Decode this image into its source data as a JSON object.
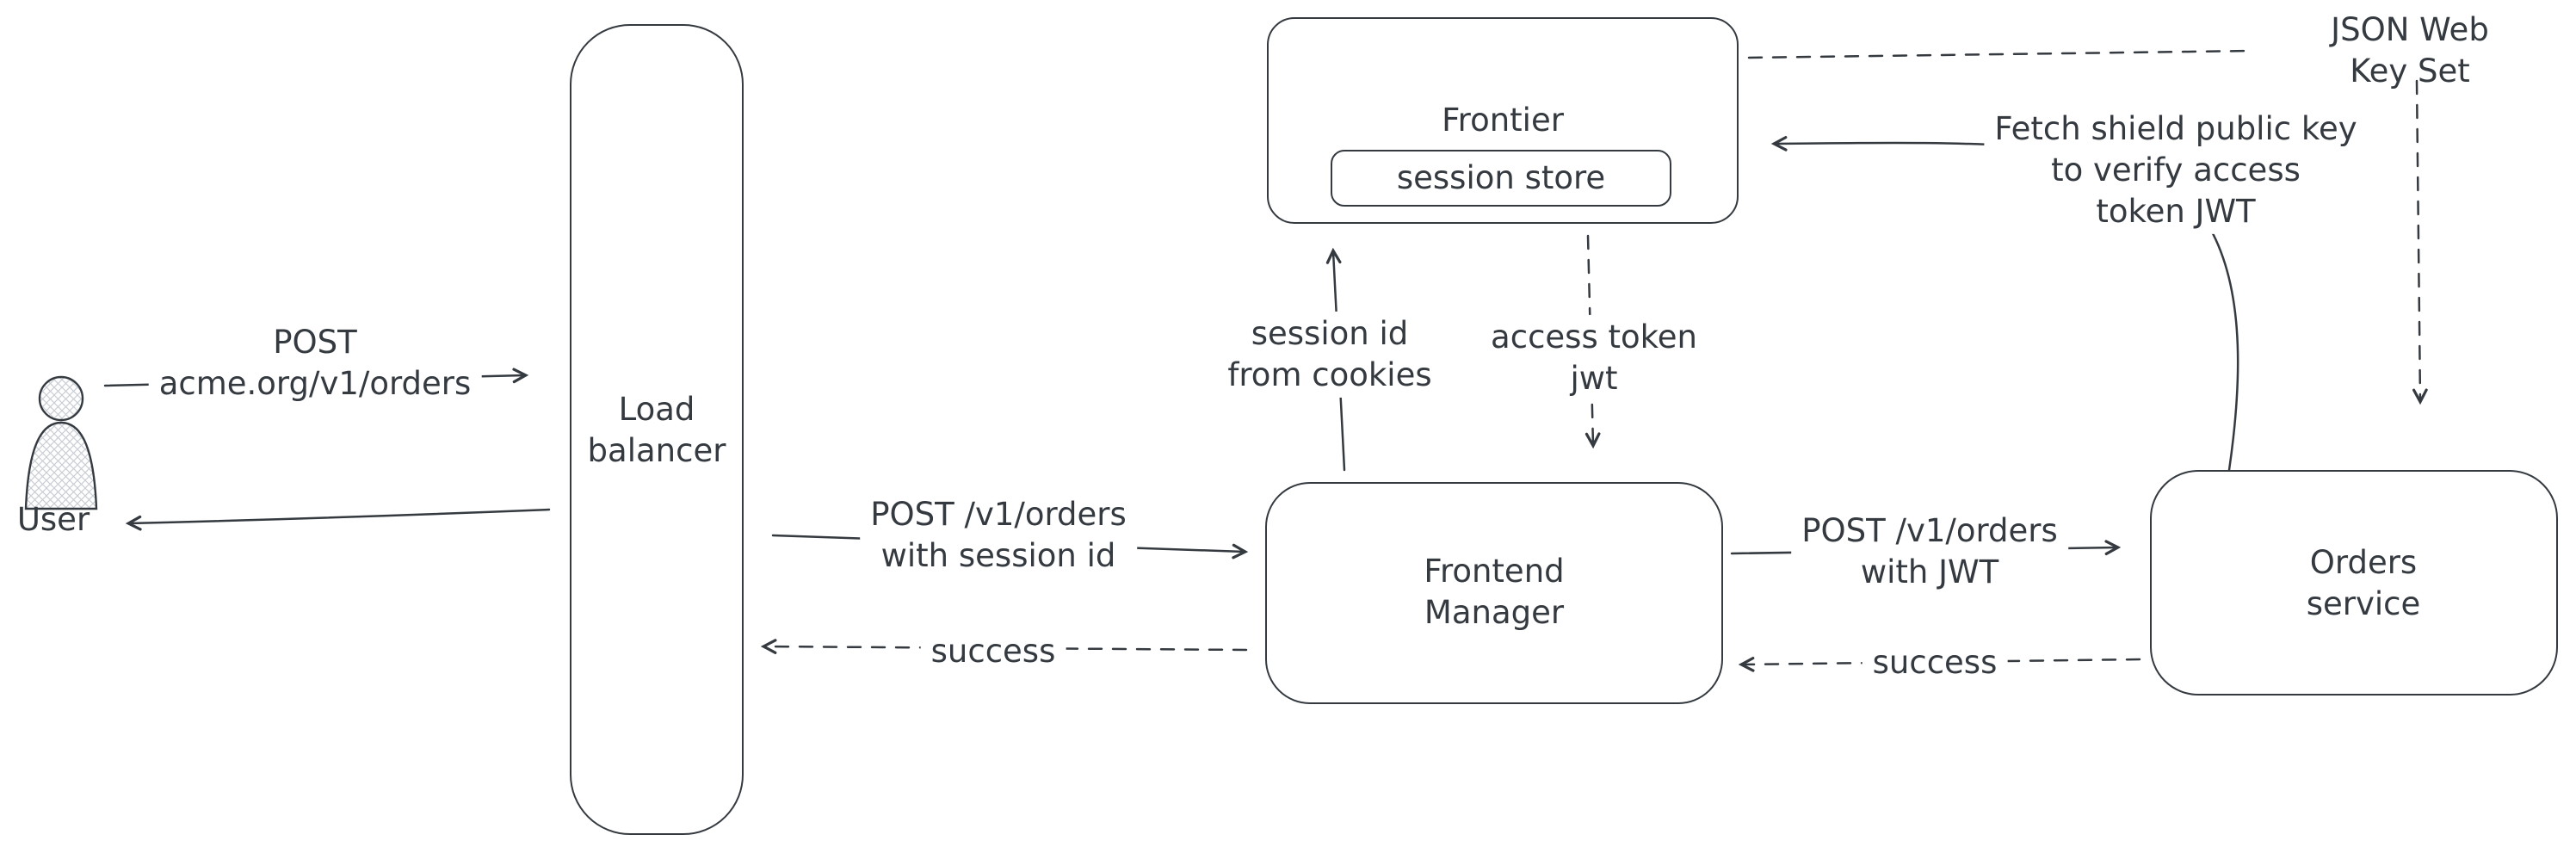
{
  "canvas": {
    "background": "#ffffff",
    "stroke_color": "#343a40",
    "hatch_color": "#c9ced4"
  },
  "nodes": {
    "user": {
      "label": "User"
    },
    "load_balancer": {
      "label": "Load\nbalancer"
    },
    "frontier": {
      "label": "Frontier",
      "session_store_label": "session store"
    },
    "frontend_manager": {
      "label": "Frontend\nManager"
    },
    "orders_service": {
      "label": "Orders service"
    }
  },
  "edges": {
    "user_to_lb": {
      "label": "POST\nacme.org/v1/orders",
      "style": "solid"
    },
    "lb_to_user": {
      "label": "",
      "style": "solid"
    },
    "lb_to_fm": {
      "label": "POST /v1/orders\nwith session id",
      "style": "solid"
    },
    "fm_to_lb_success": {
      "label": "success",
      "style": "dashed"
    },
    "fm_to_frontier": {
      "label": "session id\nfrom cookies",
      "style": "solid"
    },
    "frontier_to_fm": {
      "label": "access token\njwt",
      "style": "dashed"
    },
    "fm_to_orders": {
      "label": "POST /v1/orders\nwith JWT",
      "style": "solid"
    },
    "orders_to_fm_success": {
      "label": "success",
      "style": "dashed"
    },
    "jwks": {
      "label": "JSON Web Key Set",
      "style": "dashed"
    },
    "orders_to_frontier": {
      "label": "Fetch shield public key\nto verify access\ntoken JWT",
      "style": "solid"
    }
  }
}
